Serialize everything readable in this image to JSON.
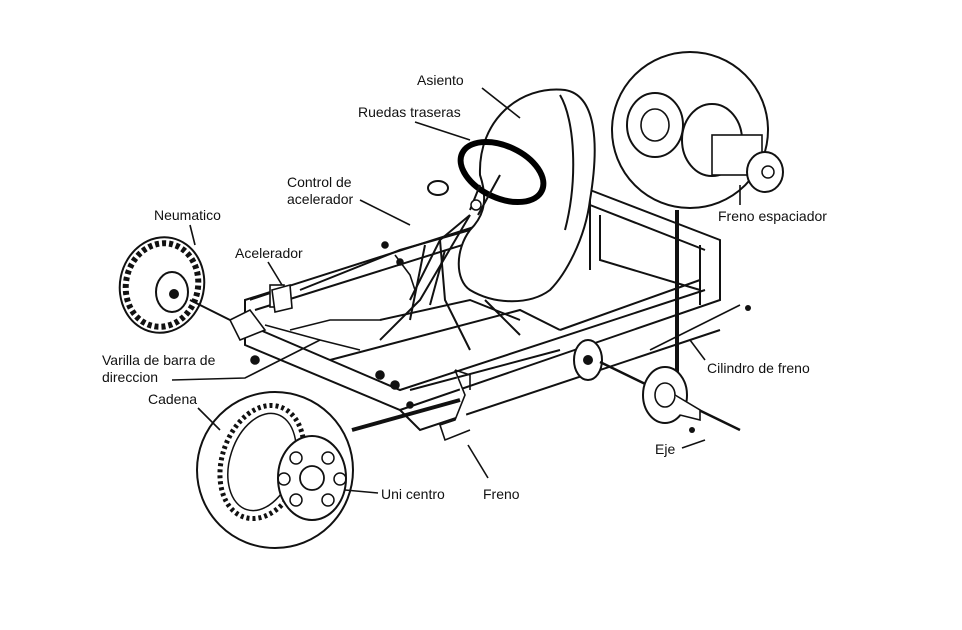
{
  "labels": {
    "asiento": "Asiento",
    "ruedas_traseras": "Ruedas traseras",
    "control_acelerador_1": "Control de",
    "control_acelerador_2": "acelerador",
    "neumatico": "Neumatico",
    "acelerador": "Acelerador",
    "freno_espaciador": "Freno espaciador",
    "varilla_1": "Varilla de barra de",
    "varilla_2": "direccion",
    "cilindro_freno": "Cilindro de freno",
    "cadena": "Cadena",
    "eje": "Eje",
    "uni_centro": "Uni centro",
    "freno": "Freno"
  }
}
